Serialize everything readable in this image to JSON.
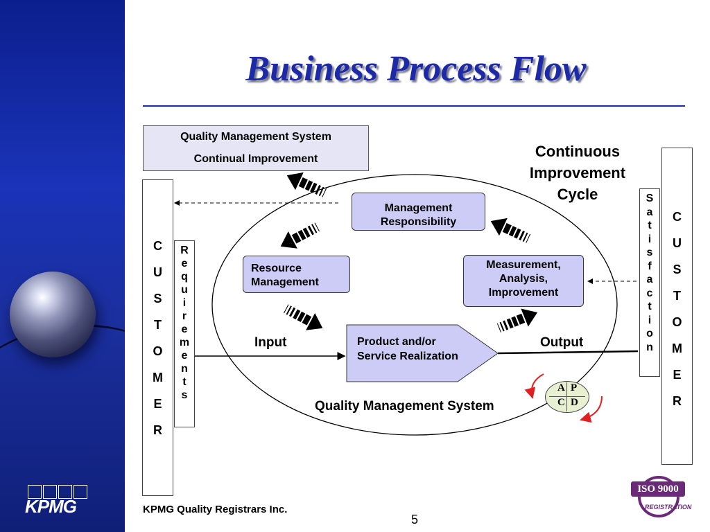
{
  "title": "Business Process Flow",
  "qms_header": {
    "line1": "Quality Management System",
    "line2": "Continual Improvement"
  },
  "customer_left": [
    "C",
    "U",
    "S",
    "T",
    "O",
    "M",
    "E",
    "R"
  ],
  "customer_right": [
    "C",
    "U",
    "S",
    "T",
    "O",
    "M",
    "E",
    "R"
  ],
  "requirements": [
    "R",
    "e",
    "q",
    "u",
    "i",
    "r",
    "e",
    "m",
    "e",
    "n",
    "t",
    "s"
  ],
  "satisfaction": [
    "S",
    "a",
    "t",
    "i",
    "s",
    "f",
    "a",
    "c",
    "t",
    "i",
    "o",
    "n"
  ],
  "processes": {
    "management": "Management Responsibility",
    "resource": "Resource Management",
    "measurement": "Measurement, Analysis, Improvement",
    "product": "Product and/or Service Realization"
  },
  "labels": {
    "input": "Input",
    "output": "Output",
    "qms": "Quality Management System",
    "cycle": "Continuous Improvement Cycle"
  },
  "pdca": {
    "a": "A",
    "p": "P",
    "c": "C",
    "d": "D"
  },
  "footer": "KPMG Quality Registrars Inc.",
  "page_number": "5",
  "logo": {
    "kpmg": "KPMG",
    "iso": "ISO 9000",
    "iso_sub": "REGISTRATION"
  },
  "colors": {
    "title": "#1d2aa8",
    "process_fill": "#ccccf6",
    "sidebar": "#1a33b8",
    "pdca_arrows": "#e02020",
    "iso_purple": "#6b2a78"
  }
}
